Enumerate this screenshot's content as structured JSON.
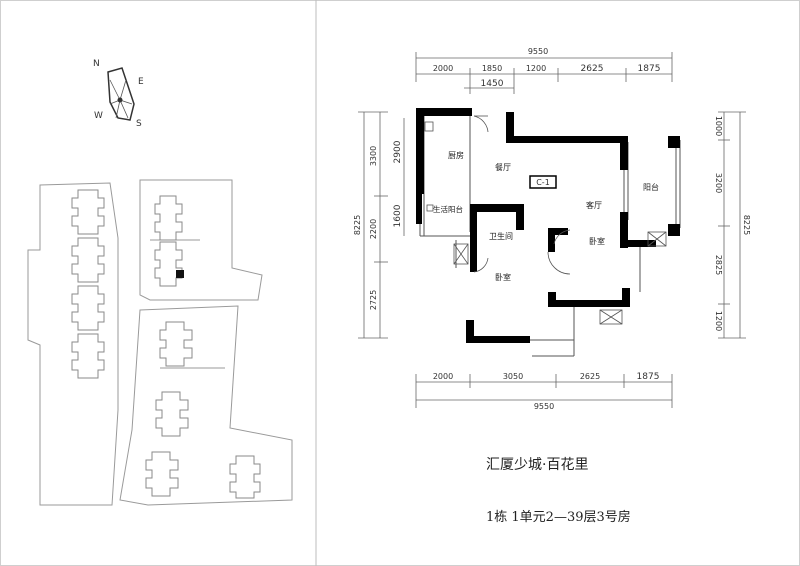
{
  "compass": {
    "n": "N",
    "e": "E",
    "s": "S",
    "w": "W"
  },
  "site": {
    "marker": "current-unit"
  },
  "dims": {
    "top_total": "9550",
    "top_a": "2000",
    "top_b": "1850",
    "top_c": "1200",
    "top_d": "2625",
    "top_e": "1875",
    "top_sub": "1450",
    "bottom_a": "2000",
    "bottom_b": "3050",
    "bottom_c": "2625",
    "bottom_d": "1875",
    "bottom_total": "9550",
    "left_total": "8225",
    "left_a": "3300",
    "left_b": "2200",
    "left_c": "2725",
    "left_in_a": "2900",
    "left_in_b": "1600",
    "right_total": "8225",
    "right_a": "1000",
    "right_b": "3200",
    "right_c": "2825",
    "right_d": "1200"
  },
  "rooms": {
    "kitchen": "厨房",
    "dining": "餐厅",
    "living": "客厅",
    "balcony": "阳台",
    "utility": "生活阳台",
    "bathroom": "卫生间",
    "bedroom_a": "卧室",
    "bedroom_b": "卧室"
  },
  "unit_tag": "C-1",
  "caption": {
    "project": "汇厦少城·百花里",
    "unit": "1栋 1单元2—39层3号房"
  }
}
